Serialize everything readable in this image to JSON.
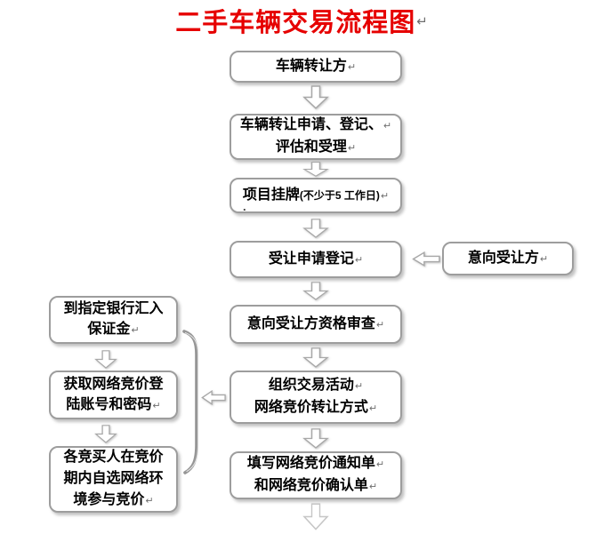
{
  "title": "二手车辆交易流程图",
  "marks": {
    "pilcrow": "↵"
  },
  "colors": {
    "title_red": "#e60000",
    "box_border": "#9d9d9d",
    "box_fill": "#ffffff",
    "box_text": "#000000",
    "arrow_outline": "#a8a8a8",
    "light_arrow_outline": "#c6c6c6",
    "mark_gray": "#6e6e6e"
  },
  "steps": {
    "transferor": {
      "line1": "车辆转让方"
    },
    "application": {
      "line1": "车辆转让申请、登记、",
      "line2": "评估和受理"
    },
    "listing": {
      "heading": "项目挂牌",
      "note": "(不少于5 工作日)",
      "dot": "."
    },
    "transferee_reg": {
      "line1": "受让申请登记"
    },
    "qualification": {
      "line1": "意向受让方资格审查"
    },
    "organize": {
      "line1": "组织交易活动",
      "line2": "网络竞价转让方式"
    },
    "forms": {
      "line1": "填写网络竞价通知单",
      "line2": "和网络竞价确认单"
    },
    "intended_transferee": {
      "line1": "意向受让方"
    },
    "deposit": {
      "line1": "到指定银行汇入",
      "line2": "保证金"
    },
    "account": {
      "line1": "获取网络竞价登",
      "line2": "陆账号和密码"
    },
    "participate": {
      "line1": "各竞买人在竞价",
      "line2": "期内自选网络环",
      "line3": "境参与竞价"
    }
  }
}
